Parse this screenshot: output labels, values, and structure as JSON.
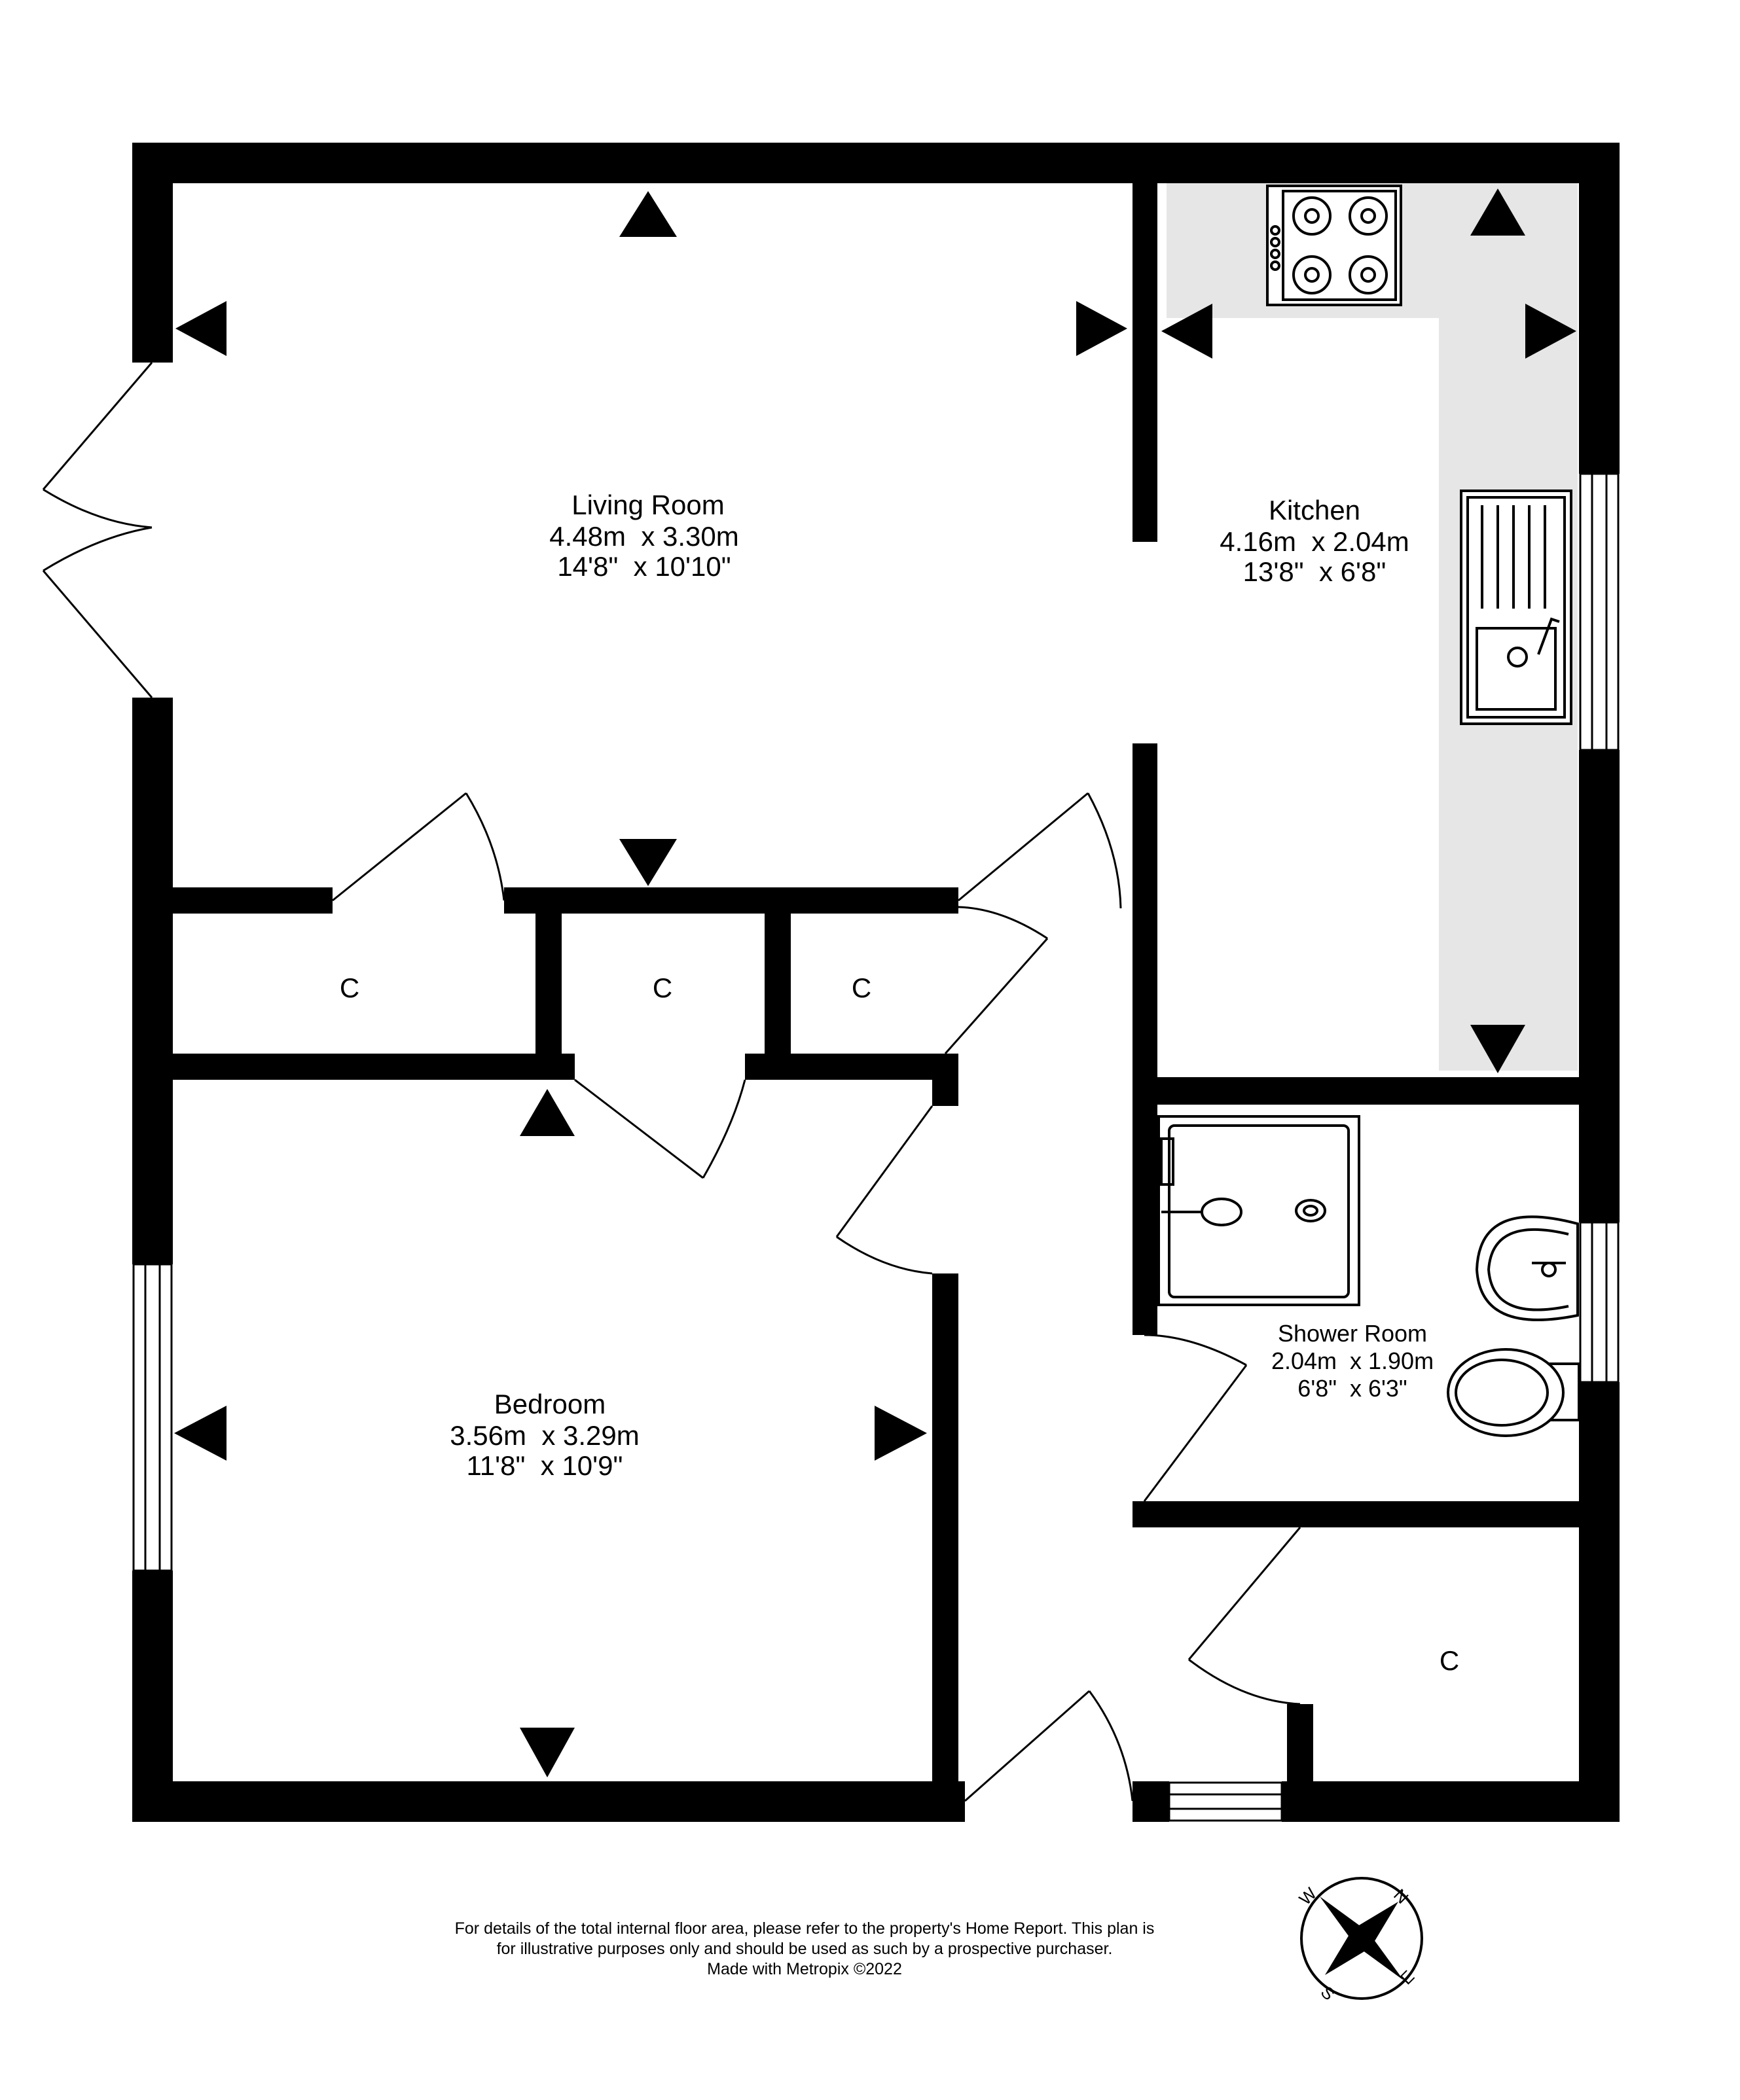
{
  "rooms": {
    "living_room": {
      "name": "Living Room",
      "metric": "4.48m  x 3.30m",
      "imperial": "14'8\"  x 10'10\""
    },
    "kitchen": {
      "name": "Kitchen",
      "metric": "4.16m  x 2.04m",
      "imperial": "13'8\"  x 6'8\""
    },
    "shower_room": {
      "name": "Shower Room",
      "metric": "2.04m  x 1.90m",
      "imperial": "6'8\"  x 6'3\""
    },
    "bedroom": {
      "name": "Bedroom",
      "metric": "3.56m  x 3.29m",
      "imperial": "11'8\"  x 10'9\""
    }
  },
  "cupboards": [
    "C",
    "C",
    "C",
    "C"
  ],
  "compass": {
    "n": "N",
    "e": "E",
    "s": "S",
    "w": "W"
  },
  "footer": {
    "line1": "For details of the total internal floor area, please refer to the property's Home Report. This plan is",
    "line2": "for illustrative purposes only and should be used as such by a prospective purchaser.",
    "line3": "Made with Metropix ©2022"
  },
  "colors": {
    "wall": "#000000",
    "kitchen_worktop": "#e6e6e6",
    "window_glass": "#ffffff"
  },
  "icons": [
    "hob-icon",
    "sink-icon",
    "shower-tray-icon",
    "basin-icon",
    "toilet-icon",
    "compass-icon",
    "view-arrow-icon"
  ]
}
